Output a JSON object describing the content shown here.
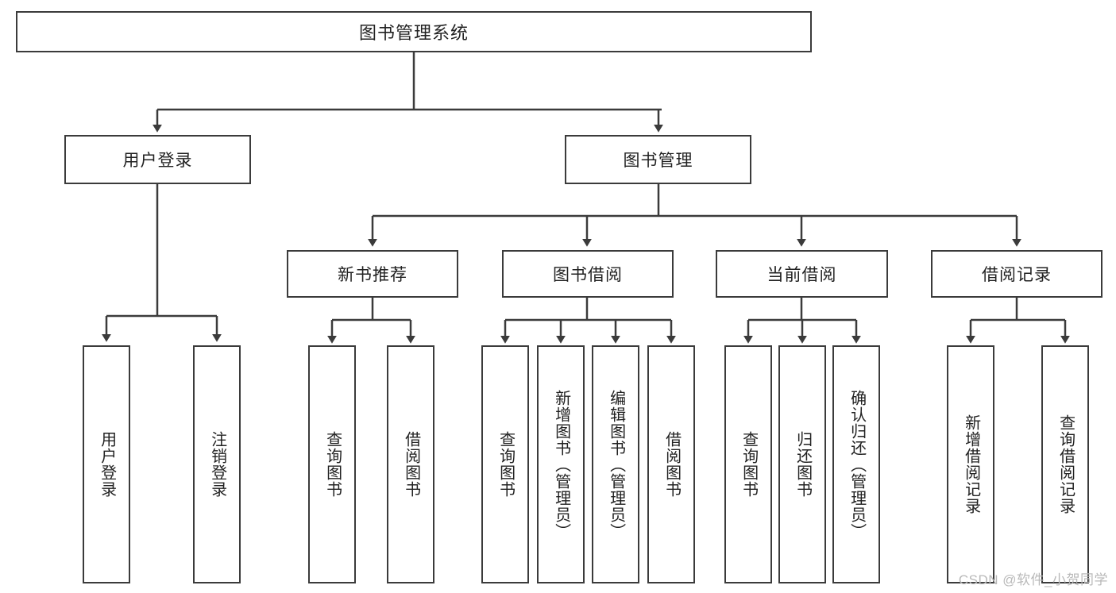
{
  "diagram": {
    "title": "图书管理系统",
    "type": "hierarchy-tree",
    "watermark": "CSDN @软件_小贺同学",
    "colors": {
      "box_border": "#3b3b3b",
      "box_fill": "#ffffff",
      "edge": "#3b3b3b",
      "text": "#222222",
      "watermark": "#b9b9b9"
    },
    "root": {
      "label": "图书管理系统"
    },
    "level1": [
      {
        "label": "用户登录"
      },
      {
        "label": "图书管理"
      }
    ],
    "level2": [
      {
        "label": "新书推荐"
      },
      {
        "label": "图书借阅"
      },
      {
        "label": "当前借阅"
      },
      {
        "label": "借阅记录"
      }
    ],
    "leaves": {
      "user_login": [
        {
          "label": "用户登录"
        },
        {
          "label": "注销登录"
        }
      ],
      "new_book": [
        {
          "label": "查询图书"
        },
        {
          "label": "借阅图书"
        }
      ],
      "book_borrow": [
        {
          "label": "查询图书"
        },
        {
          "label": "新增图书（管理员）"
        },
        {
          "label": "编辑图书（管理员）"
        },
        {
          "label": "借阅图书"
        }
      ],
      "current_borrow": [
        {
          "label": "查询图书"
        },
        {
          "label": "归还图书"
        },
        {
          "label": "确认归还（管理员）"
        }
      ],
      "borrow_record": [
        {
          "label": "新增借阅记录"
        },
        {
          "label": "查询借阅记录"
        }
      ]
    }
  }
}
